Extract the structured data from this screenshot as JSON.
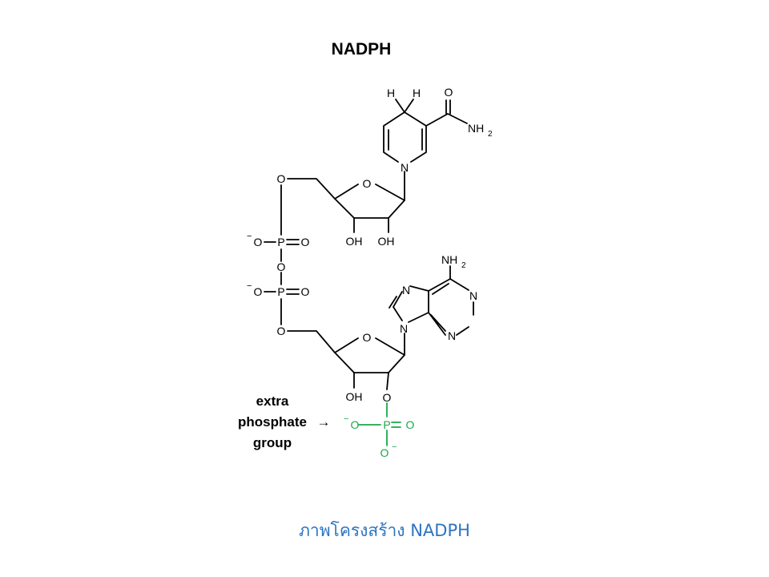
{
  "title": "NADPH",
  "caption": "ภาพโครงสร้าง NADPH",
  "colors": {
    "text": "#000000",
    "extra_phosphate": "#1aa84a",
    "caption": "#2e74c0"
  },
  "atoms": {
    "H": "H",
    "O": "O",
    "P": "P",
    "N": "N",
    "NH": "NH",
    "NH2_sub": "2",
    "OH": "OH",
    "minus": "−"
  },
  "annotation": {
    "line1": "extra",
    "line2": "phosphate",
    "line3": "group",
    "arrow": "→"
  }
}
